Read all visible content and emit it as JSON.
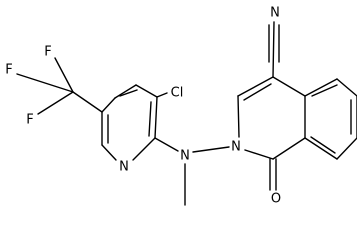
{
  "molecule": {
    "atoms": {
      "fluorine_1": "F",
      "fluorine_2": "F",
      "fluorine_3": "F",
      "chlorine": "Cl",
      "pyridine_nitrogen": "N",
      "amine_nitrogen": "N",
      "isoquinolinone_nitrogen": "N",
      "nitrile_nitrogen": "N",
      "carbonyl_oxygen": "O"
    }
  }
}
